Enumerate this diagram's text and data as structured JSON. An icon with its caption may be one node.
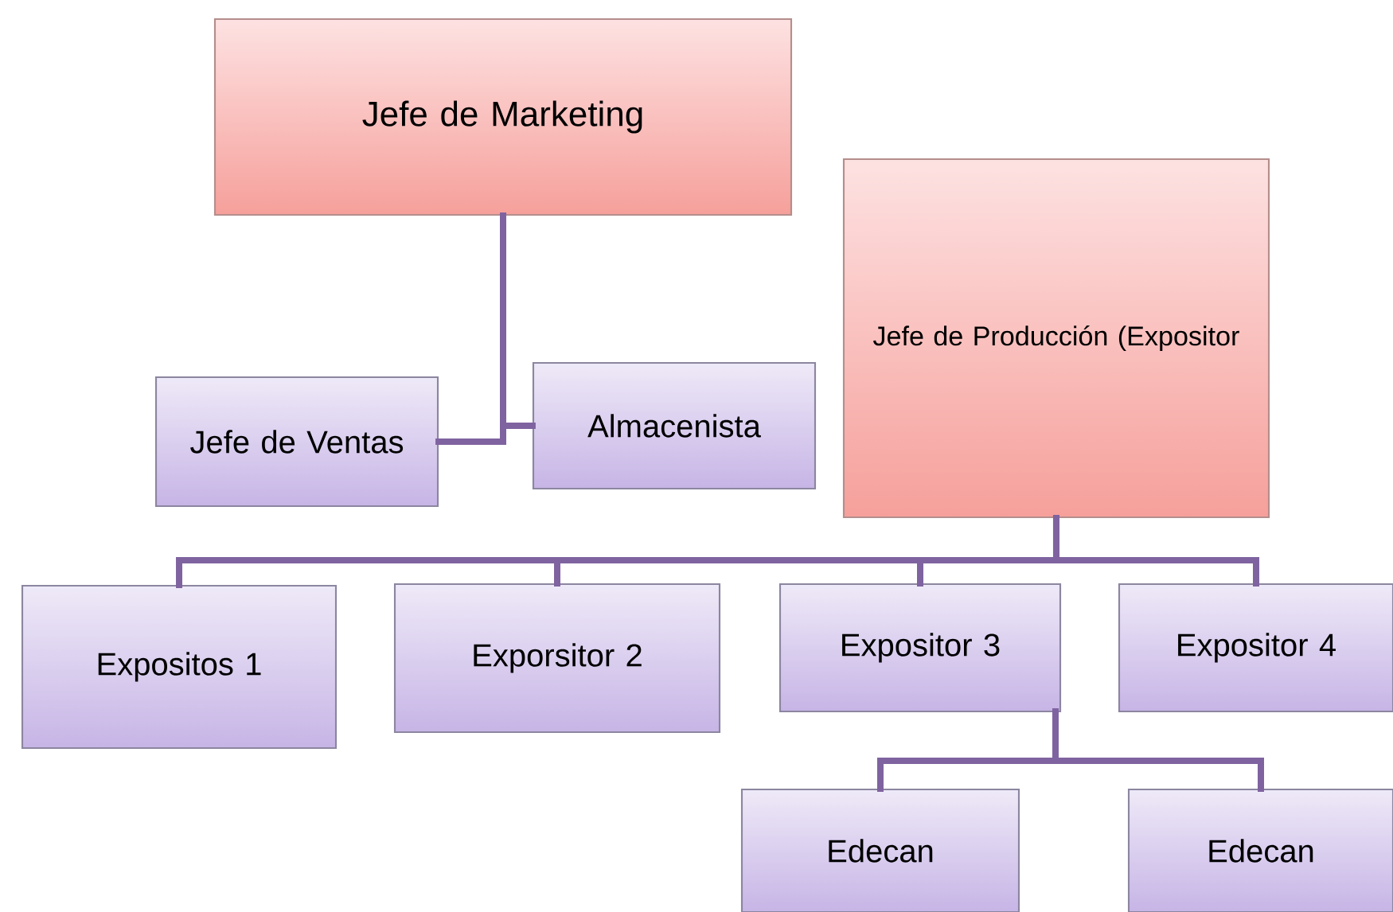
{
  "diagram": {
    "nodes": [
      {
        "text": [
          "Jefe de Marketing"
        ]
      },
      {
        "text": [
          "Jefe de Ventas"
        ]
      },
      {
        "text": [
          "Almacenista"
        ]
      },
      {
        "text": [
          "Jefe de Producción (Expositor"
        ]
      },
      {
        "text": [
          "Expositos 1"
        ]
      },
      {
        "text": [
          "Exporsitor 2"
        ]
      },
      {
        "text": [
          "Expositor 3"
        ]
      },
      {
        "text": [
          "Expositor 4"
        ]
      },
      {
        "text": [
          "Edecan"
        ]
      },
      {
        "text": [
          "Edecan"
        ]
      }
    ],
    "edges": [
      {
        "from": 0,
        "to": 1,
        "arrow": "none"
      },
      {
        "from": 0,
        "to": 2,
        "arrow": "none"
      },
      {
        "from": 3,
        "to": 4,
        "arrow": "none"
      },
      {
        "from": 3,
        "to": 5,
        "arrow": "none"
      },
      {
        "from": 3,
        "to": 6,
        "arrow": "none"
      },
      {
        "from": 3,
        "to": 7,
        "arrow": "none"
      },
      {
        "from": 6,
        "to": 8,
        "arrow": "none"
      },
      {
        "from": 6,
        "to": 9,
        "arrow": "none"
      }
    ]
  }
}
